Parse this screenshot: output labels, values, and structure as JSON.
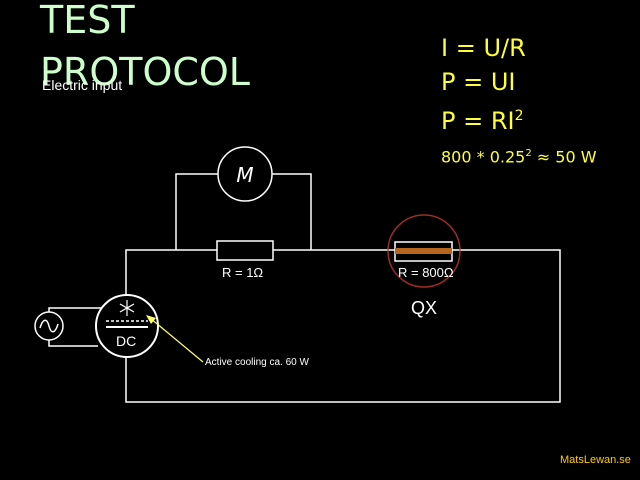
{
  "title": "TEST PROTOCOL",
  "subtitle": "Electric input",
  "formulas": {
    "f1": "I = U/R",
    "f2_prefix": "P = UI",
    "f3_prefix": "P = RI",
    "f3_exp": "2",
    "f4_prefix": "800 * 0.25",
    "f4_exp": "2",
    "f4_suffix": " ≈ 50 W"
  },
  "circuit": {
    "meter_symbol": "M",
    "resistor_label": "R = 1Ω",
    "reactor_label": "R = 800Ω",
    "reactor_name": "QX",
    "supply_label": "DC",
    "cooling_annotation": "Active cooling ca. 60 W"
  },
  "colors": {
    "title": "#ccffcc",
    "formula": "#ffff33",
    "footer": "#ffcc00",
    "reactor_ring": "#c0392b",
    "reactor_bar": "#b5651d",
    "arrow": "#ffff66"
  },
  "footer": "MatsLewan.se"
}
